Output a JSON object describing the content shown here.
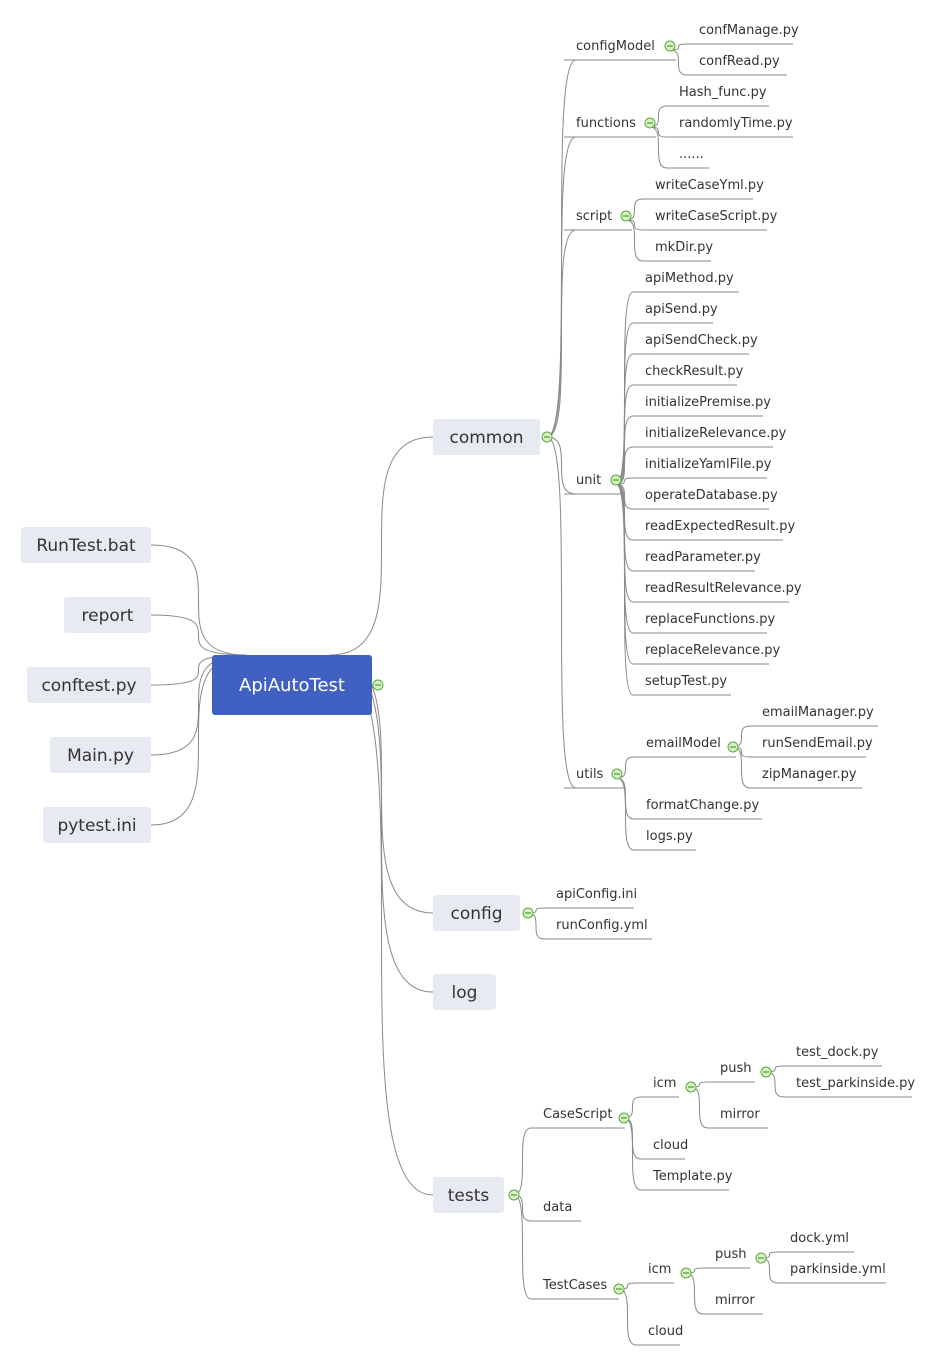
{
  "root": {
    "label": "ApiAutoTest"
  },
  "left_items": [
    "RunTest.bat",
    "report",
    "conftest.py",
    "Main.py",
    "pytest.ini"
  ],
  "branches": {
    "common": {
      "label": "common",
      "configModel": {
        "label": "configModel",
        "files": [
          "confManage.py",
          "confRead.py"
        ]
      },
      "functions": {
        "label": "functions",
        "files": [
          "Hash_func.py",
          "randomlyTime.py",
          "......"
        ]
      },
      "script": {
        "label": "script",
        "files": [
          "writeCaseYml.py",
          "writeCaseScript.py",
          "mkDir.py"
        ]
      },
      "unit": {
        "label": "unit",
        "files": [
          "apiMethod.py",
          "apiSend.py",
          "apiSendCheck.py",
          "checkResult.py",
          "initializePremise.py",
          "initializeRelevance.py",
          "initializeYamlFile.py",
          "operateDatabase.py",
          "readExpectedResult.py",
          "readParameter.py",
          "readResultRelevance.py",
          "replaceFunctions.py",
          "replaceRelevance.py",
          "setupTest.py"
        ]
      },
      "utils": {
        "label": "utils",
        "emailModel": {
          "label": "emailModel",
          "files": [
            "emailManager.py",
            "runSendEmail.py",
            "zipManager.py"
          ]
        },
        "files": [
          "formatChange.py",
          "logs.py"
        ]
      }
    },
    "config": {
      "label": "config",
      "files": [
        "apiConfig.ini",
        "runConfig.yml"
      ]
    },
    "log": {
      "label": "log"
    },
    "tests": {
      "label": "tests",
      "CaseScript": {
        "label": "CaseScript",
        "icm": {
          "label": "icm",
          "push": {
            "label": "push",
            "files": [
              "test_dock.py",
              "test_parkinside.py"
            ]
          },
          "mirror": "mirror"
        },
        "cloud": "cloud",
        "template": "Template.py"
      },
      "data": "data",
      "TestCases": {
        "label": "TestCases",
        "icm": {
          "label": "icm",
          "push": {
            "label": "push",
            "files": [
              "dock.yml",
              "parkinside.yml"
            ]
          },
          "mirror": "mirror"
        },
        "cloud": "cloud"
      }
    }
  },
  "colors": {
    "root_fill": "#4161c2",
    "topic_fill": "#e8eaf2",
    "line": "#8a8a8a",
    "collapse_fill": "#d9f0c8",
    "collapse_stroke": "#5aaa3a"
  },
  "icons": {
    "collapse": "minus-circle-icon"
  }
}
